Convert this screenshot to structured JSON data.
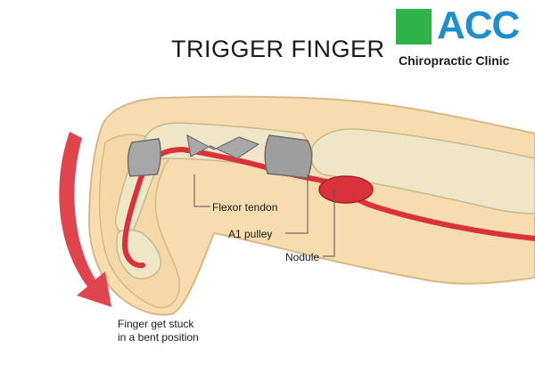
{
  "title": "TRIGGER FINGER",
  "logo": {
    "name": "ACC",
    "subtitle": "Chiropractic Clinic",
    "accent_color": "#1f8fc9",
    "mark_color": "#2db34a"
  },
  "labels": {
    "flexor_tendon": "Flexor tendon",
    "a1_pulley": "A1 pulley",
    "nodule": "Nodule",
    "finger_stuck_line1": "Finger get stuck",
    "finger_stuck_line2": "in a bent position"
  },
  "colors": {
    "skin": "#f6dcae",
    "bone": "#efe6c8",
    "tendon": "#d9323a",
    "pulley": "#9e9e9e",
    "arrow": "#e0454d"
  }
}
